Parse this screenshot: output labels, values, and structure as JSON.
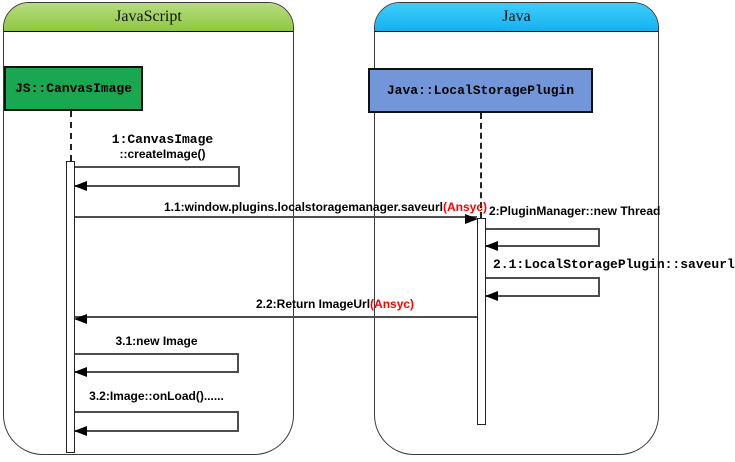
{
  "frames": {
    "javascript": {
      "title": "JavaScript"
    },
    "java": {
      "title": "Java"
    }
  },
  "objects": {
    "js_canvas_image": {
      "label": "JS::CanvasImage"
    },
    "java_plugin": {
      "label": "Java::LocalStoragePlugin"
    }
  },
  "messages": {
    "m1": {
      "line1": "1:CanvasImage",
      "line2": "::createImage()",
      "type": "self-call"
    },
    "m1_1": {
      "label": "1.1:window.plugins.localstoragemanager.saveurl",
      "async_suffix": "(Ansyc)",
      "type": "call"
    },
    "m2": {
      "label": "2:PluginManager::new Thread",
      "type": "self-call"
    },
    "m2_1": {
      "label": "2.1:LocalStoragePlugin::saveurl",
      "type": "self-call"
    },
    "m2_2": {
      "label": "2.2:Return ImageUrl",
      "async_suffix": "(Ansyc)",
      "type": "return"
    },
    "m3_1": {
      "label": "3.1:new Image",
      "type": "self-call"
    },
    "m3_2": {
      "label": "3.2:Image::onLoad()......",
      "type": "self-call"
    }
  },
  "colors": {
    "js_header_top": "#b7dc81",
    "js_header_bottom": "#8ec73f",
    "java_header_top": "#3fcdf9",
    "java_header_bottom": "#14b2f0",
    "js_object_fill": "#1aa751",
    "java_object_fill": "#7296d8",
    "line_color": "#4d4d4d",
    "async_text": "#ff0000"
  }
}
